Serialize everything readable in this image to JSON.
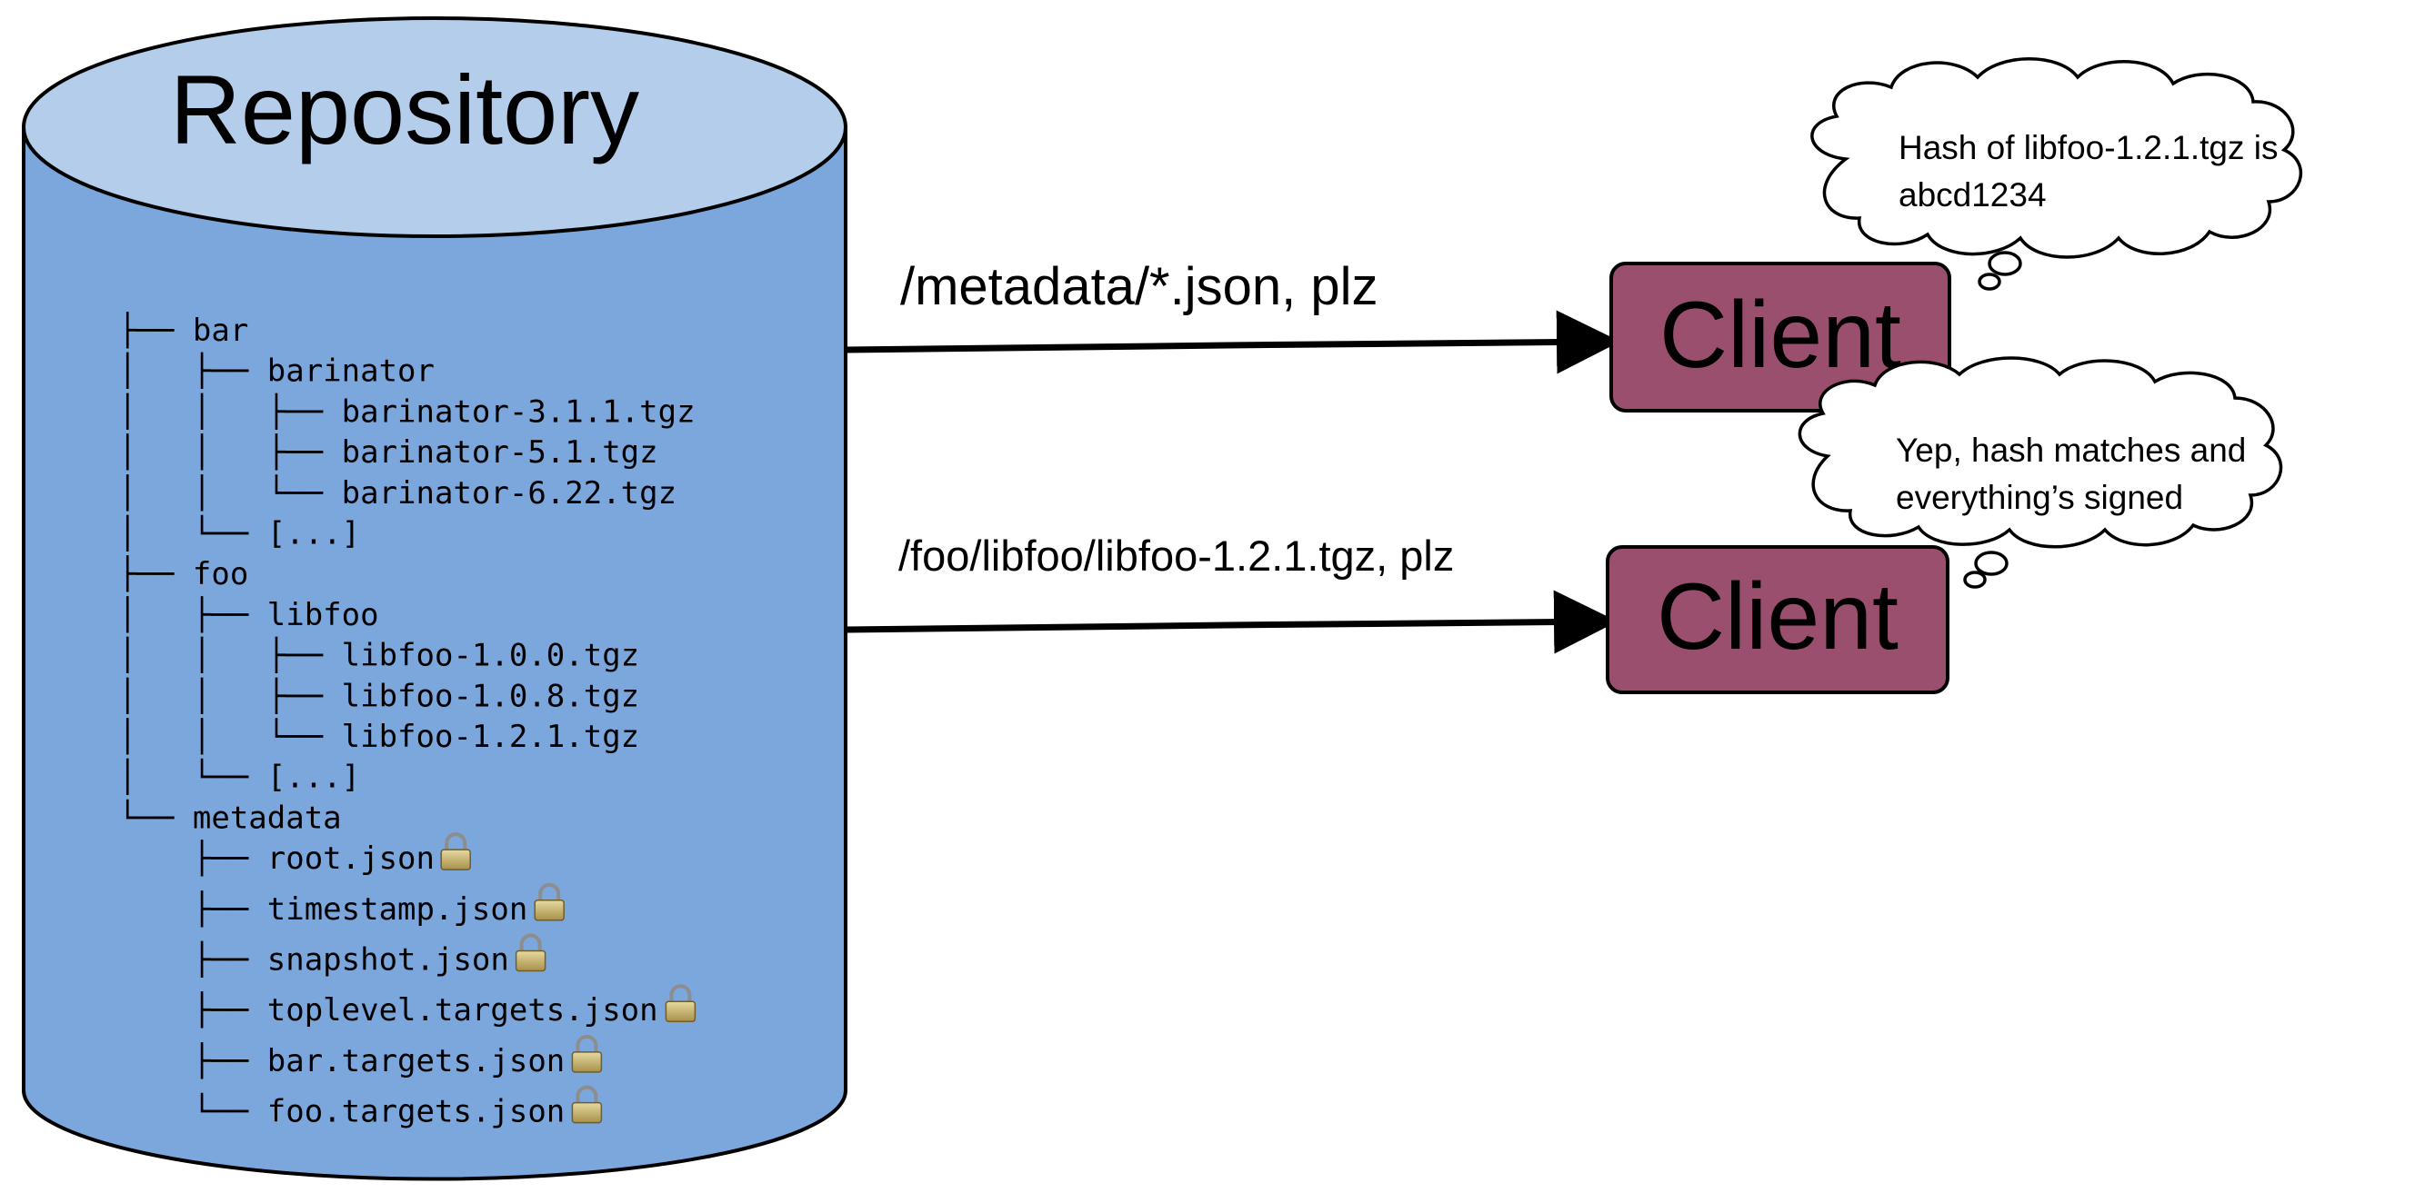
{
  "colors": {
    "cylinder_body": "#7ba7dc",
    "cylinder_top": "#b4cdea",
    "client_fill": "#9b4f6e",
    "stroke": "#000000",
    "lock_body": "#c8b26a"
  },
  "repository": {
    "title": "Repository",
    "tree": [
      {
        "prefix": "├── ",
        "indent": 0,
        "name": "bar",
        "locked": false
      },
      {
        "prefix": "│   ├── ",
        "indent": 0,
        "name": "barinator",
        "locked": false
      },
      {
        "prefix": "│   │   ├── ",
        "indent": 0,
        "name": "barinator-3.1.1.tgz",
        "locked": false
      },
      {
        "prefix": "│   │   ├── ",
        "indent": 0,
        "name": "barinator-5.1.tgz",
        "locked": false
      },
      {
        "prefix": "│   │   └── ",
        "indent": 0,
        "name": "barinator-6.22.tgz",
        "locked": false
      },
      {
        "prefix": "│   └── ",
        "indent": 0,
        "name": "[...]",
        "locked": false
      },
      {
        "prefix": "├── ",
        "indent": 0,
        "name": "foo",
        "locked": false
      },
      {
        "prefix": "│   ├── ",
        "indent": 0,
        "name": "libfoo",
        "locked": false
      },
      {
        "prefix": "│   │   ├── ",
        "indent": 0,
        "name": "libfoo-1.0.0.tgz",
        "locked": false
      },
      {
        "prefix": "│   │   ├── ",
        "indent": 0,
        "name": "libfoo-1.0.8.tgz",
        "locked": false
      },
      {
        "prefix": "│   │   └── ",
        "indent": 0,
        "name": "libfoo-1.2.1.tgz",
        "locked": false
      },
      {
        "prefix": "│   └── ",
        "indent": 0,
        "name": "[...]",
        "locked": false
      },
      {
        "prefix": "└── ",
        "indent": 0,
        "name": "metadata",
        "locked": false
      },
      {
        "prefix": "    ├── ",
        "indent": 0,
        "name": "root.json",
        "locked": true
      },
      {
        "prefix": "    ├── ",
        "indent": 0,
        "name": "timestamp.json",
        "locked": true
      },
      {
        "prefix": "    ├── ",
        "indent": 0,
        "name": "snapshot.json",
        "locked": true
      },
      {
        "prefix": "    ├── ",
        "indent": 0,
        "name": "toplevel.targets.json",
        "locked": true
      },
      {
        "prefix": "    ├── ",
        "indent": 0,
        "name": "bar.targets.json",
        "locked": true
      },
      {
        "prefix": "    └── ",
        "indent": 0,
        "name": "foo.targets.json",
        "locked": true
      }
    ]
  },
  "requests": [
    {
      "label": "/metadata/*.json, plz"
    },
    {
      "label": "/foo/libfoo/libfoo-1.2.1.tgz, plz"
    }
  ],
  "clients": [
    {
      "label": "Client",
      "thought": [
        "Hash of libfoo-1.2.1.tgz is",
        "abcd1234"
      ]
    },
    {
      "label": "Client",
      "thought": [
        "Yep, hash matches and",
        "everything’s signed"
      ]
    }
  ],
  "icons": {
    "lock": "padlock-icon"
  }
}
